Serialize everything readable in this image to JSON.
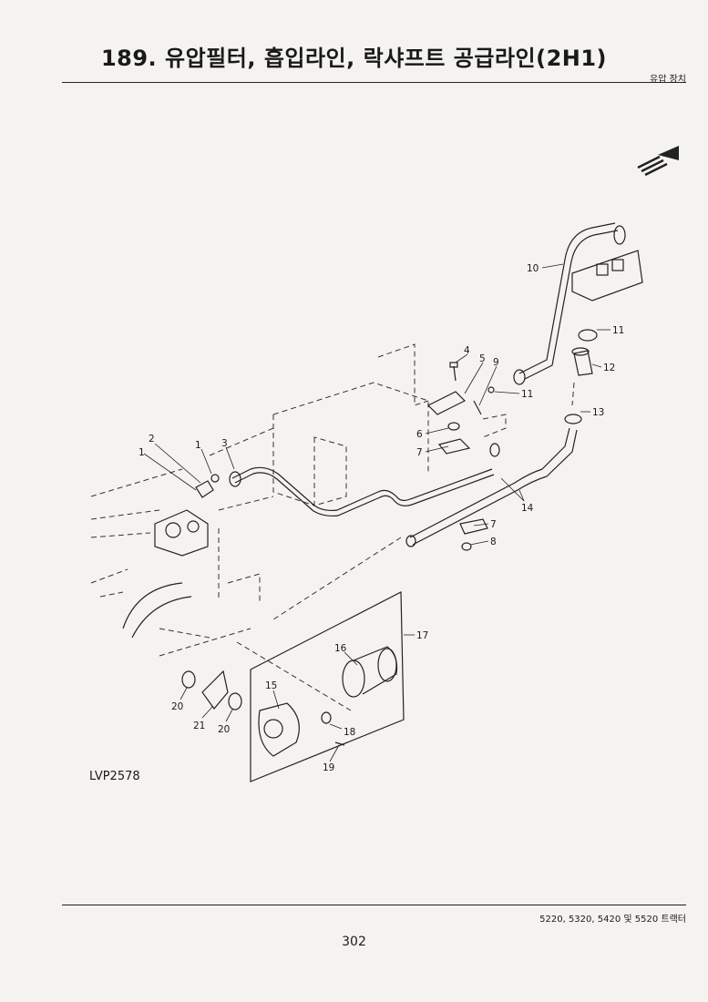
{
  "header": {
    "title": "189. 유압필터, 흡입라인, 락샤프트 공급라인(2H1)",
    "section": "유압 장치"
  },
  "figure": {
    "code": "LVP2578",
    "callouts": [
      "1",
      "1",
      "2",
      "3",
      "4",
      "5",
      "9",
      "10",
      "11",
      "11",
      "12",
      "13",
      "6",
      "7",
      "7",
      "8",
      "14",
      "16",
      "17",
      "15",
      "18",
      "19",
      "20",
      "20",
      "21"
    ]
  },
  "footer": {
    "models": "5220, 5320, 5420 및 5520 트랙터",
    "page": "302"
  }
}
